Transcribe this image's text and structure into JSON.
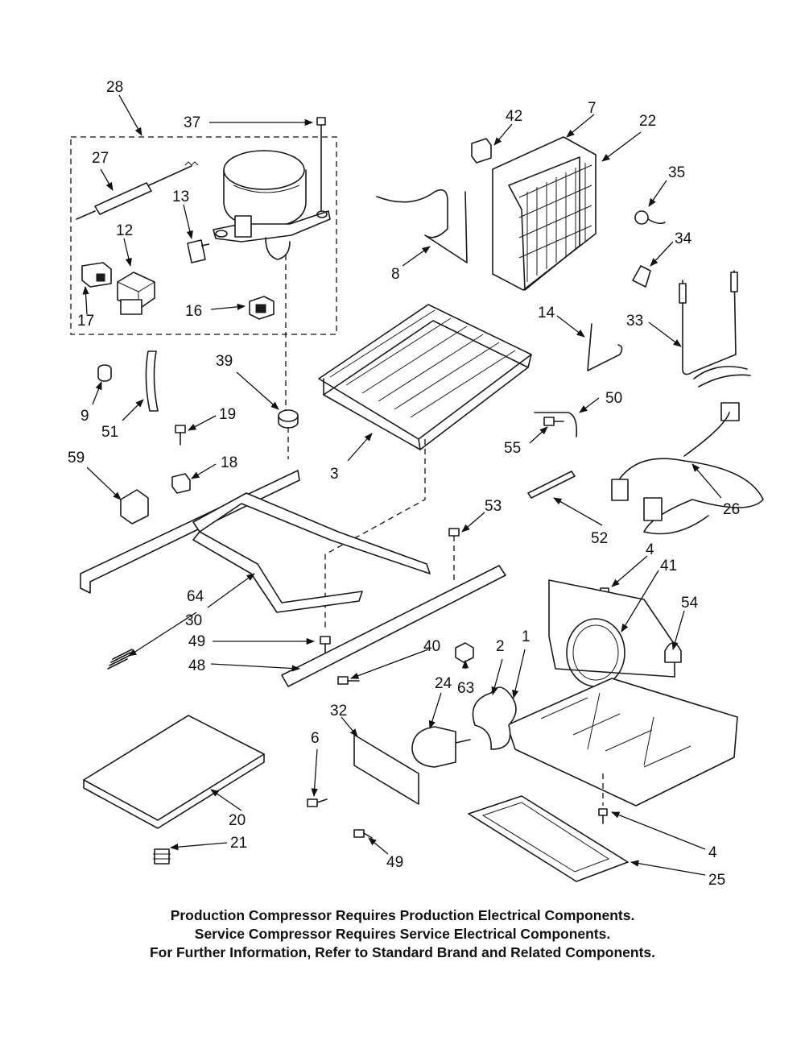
{
  "callouts": {
    "c1": "1",
    "c2": "2",
    "c3": "3",
    "c4a": "4",
    "c4b": "4",
    "c6": "6",
    "c7": "7",
    "c8": "8",
    "c9": "9",
    "c12": "12",
    "c13": "13",
    "c14": "14",
    "c16": "16",
    "c17": "17",
    "c18": "18",
    "c19": "19",
    "c20": "20",
    "c21": "21",
    "c22": "22",
    "c24": "24",
    "c25": "25",
    "c26": "26",
    "c27": "27",
    "c28": "28",
    "c30": "30",
    "c32": "32",
    "c33": "33",
    "c34": "34",
    "c35": "35",
    "c37": "37",
    "c39": "39",
    "c40": "40",
    "c41": "41",
    "c42": "42",
    "c48": "48",
    "c49a": "49",
    "c49b": "49",
    "c50": "50",
    "c51": "51",
    "c52": "52",
    "c53": "53",
    "c54": "54",
    "c55": "55",
    "c59": "59",
    "c63": "63",
    "c64": "64"
  },
  "notes": [
    "Production Compressor Requires Production Electrical Components.",
    "Service Compressor Requires Service Electrical Components.",
    "For Further Information, Refer to Standard Brand and Related Components."
  ]
}
